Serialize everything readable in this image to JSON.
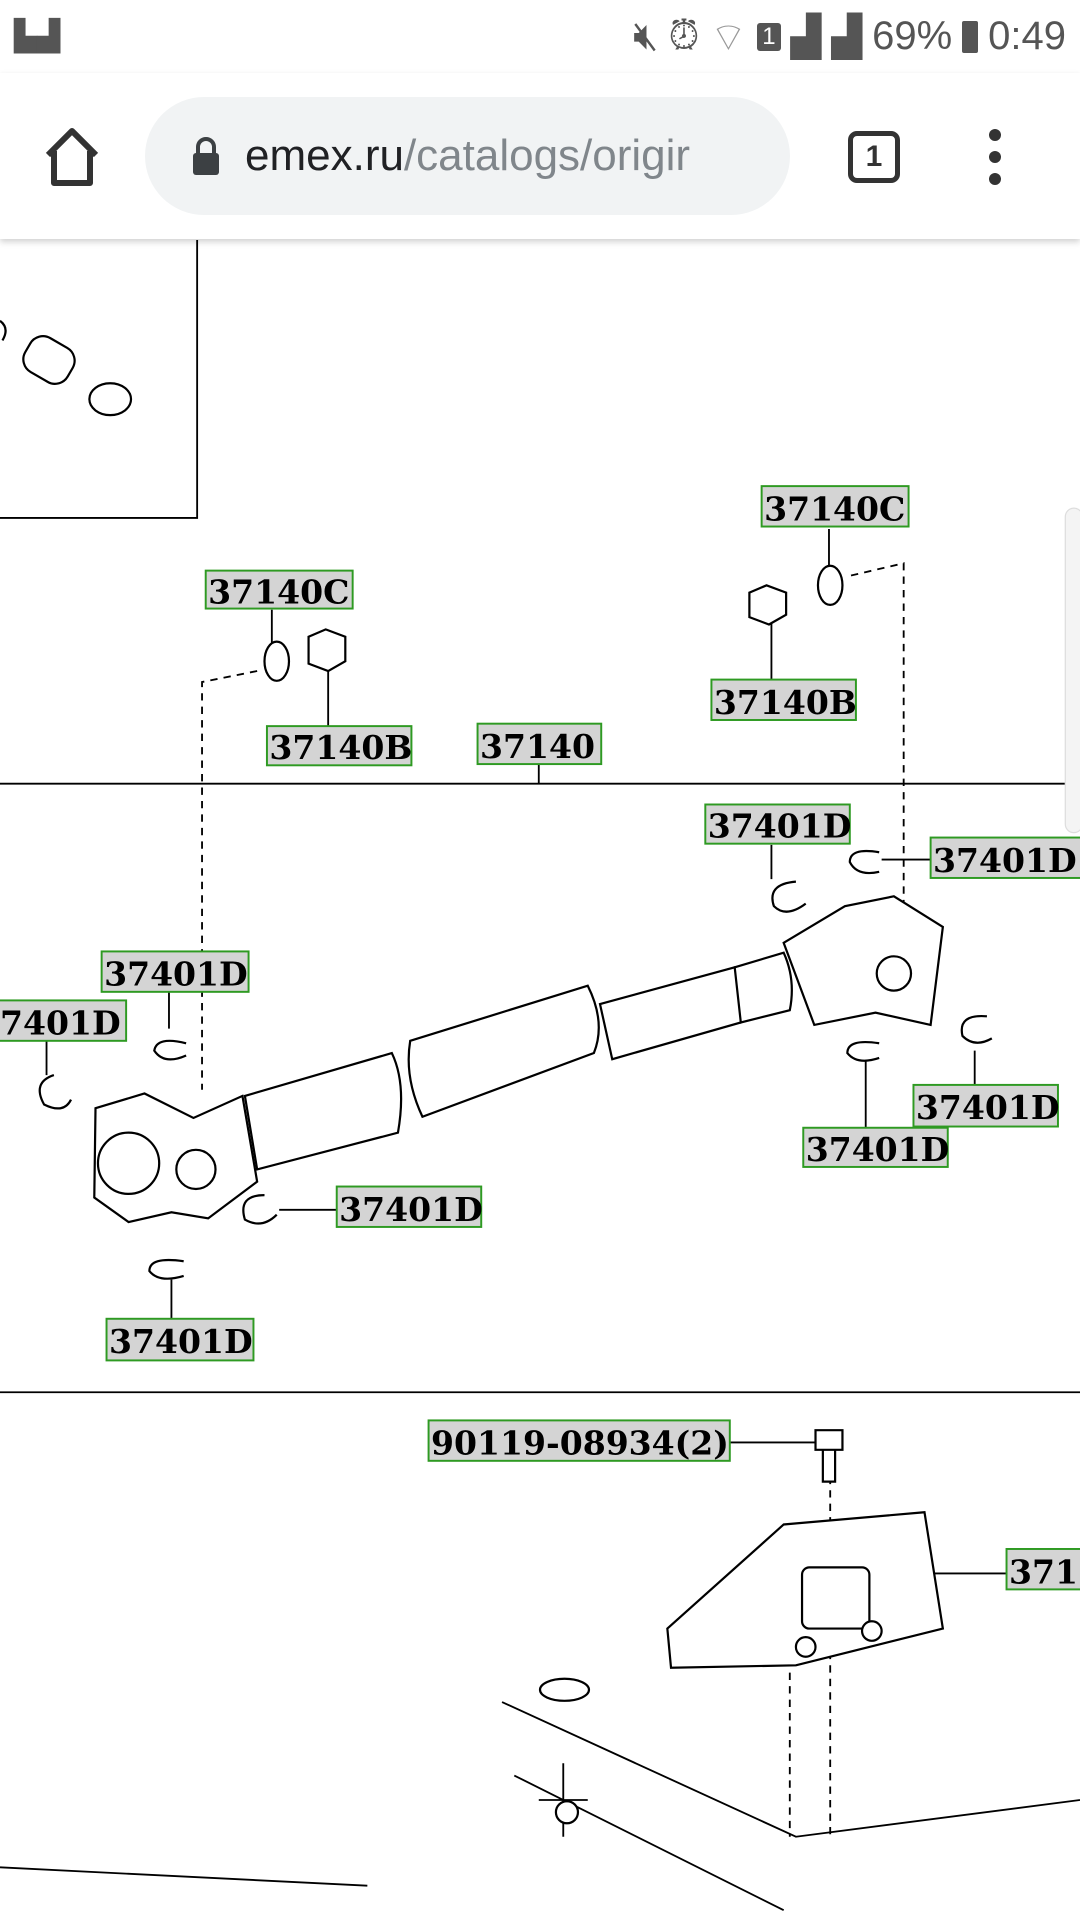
{
  "status_bar": {
    "battery": "69%",
    "time": "0:49",
    "sim_badge": "1"
  },
  "browser": {
    "url_host": "emex.ru",
    "url_path": "/catalogs/origir",
    "tab_count": "1"
  },
  "diagram": {
    "labels": [
      "37140C",
      "37140C",
      "37140B",
      "37140",
      "37140B",
      "37401D",
      "37401D",
      "37401D",
      "7401D",
      "37401D",
      "37401D",
      "37401D",
      "37401D",
      "90119-08934(2)",
      "371"
    ]
  }
}
